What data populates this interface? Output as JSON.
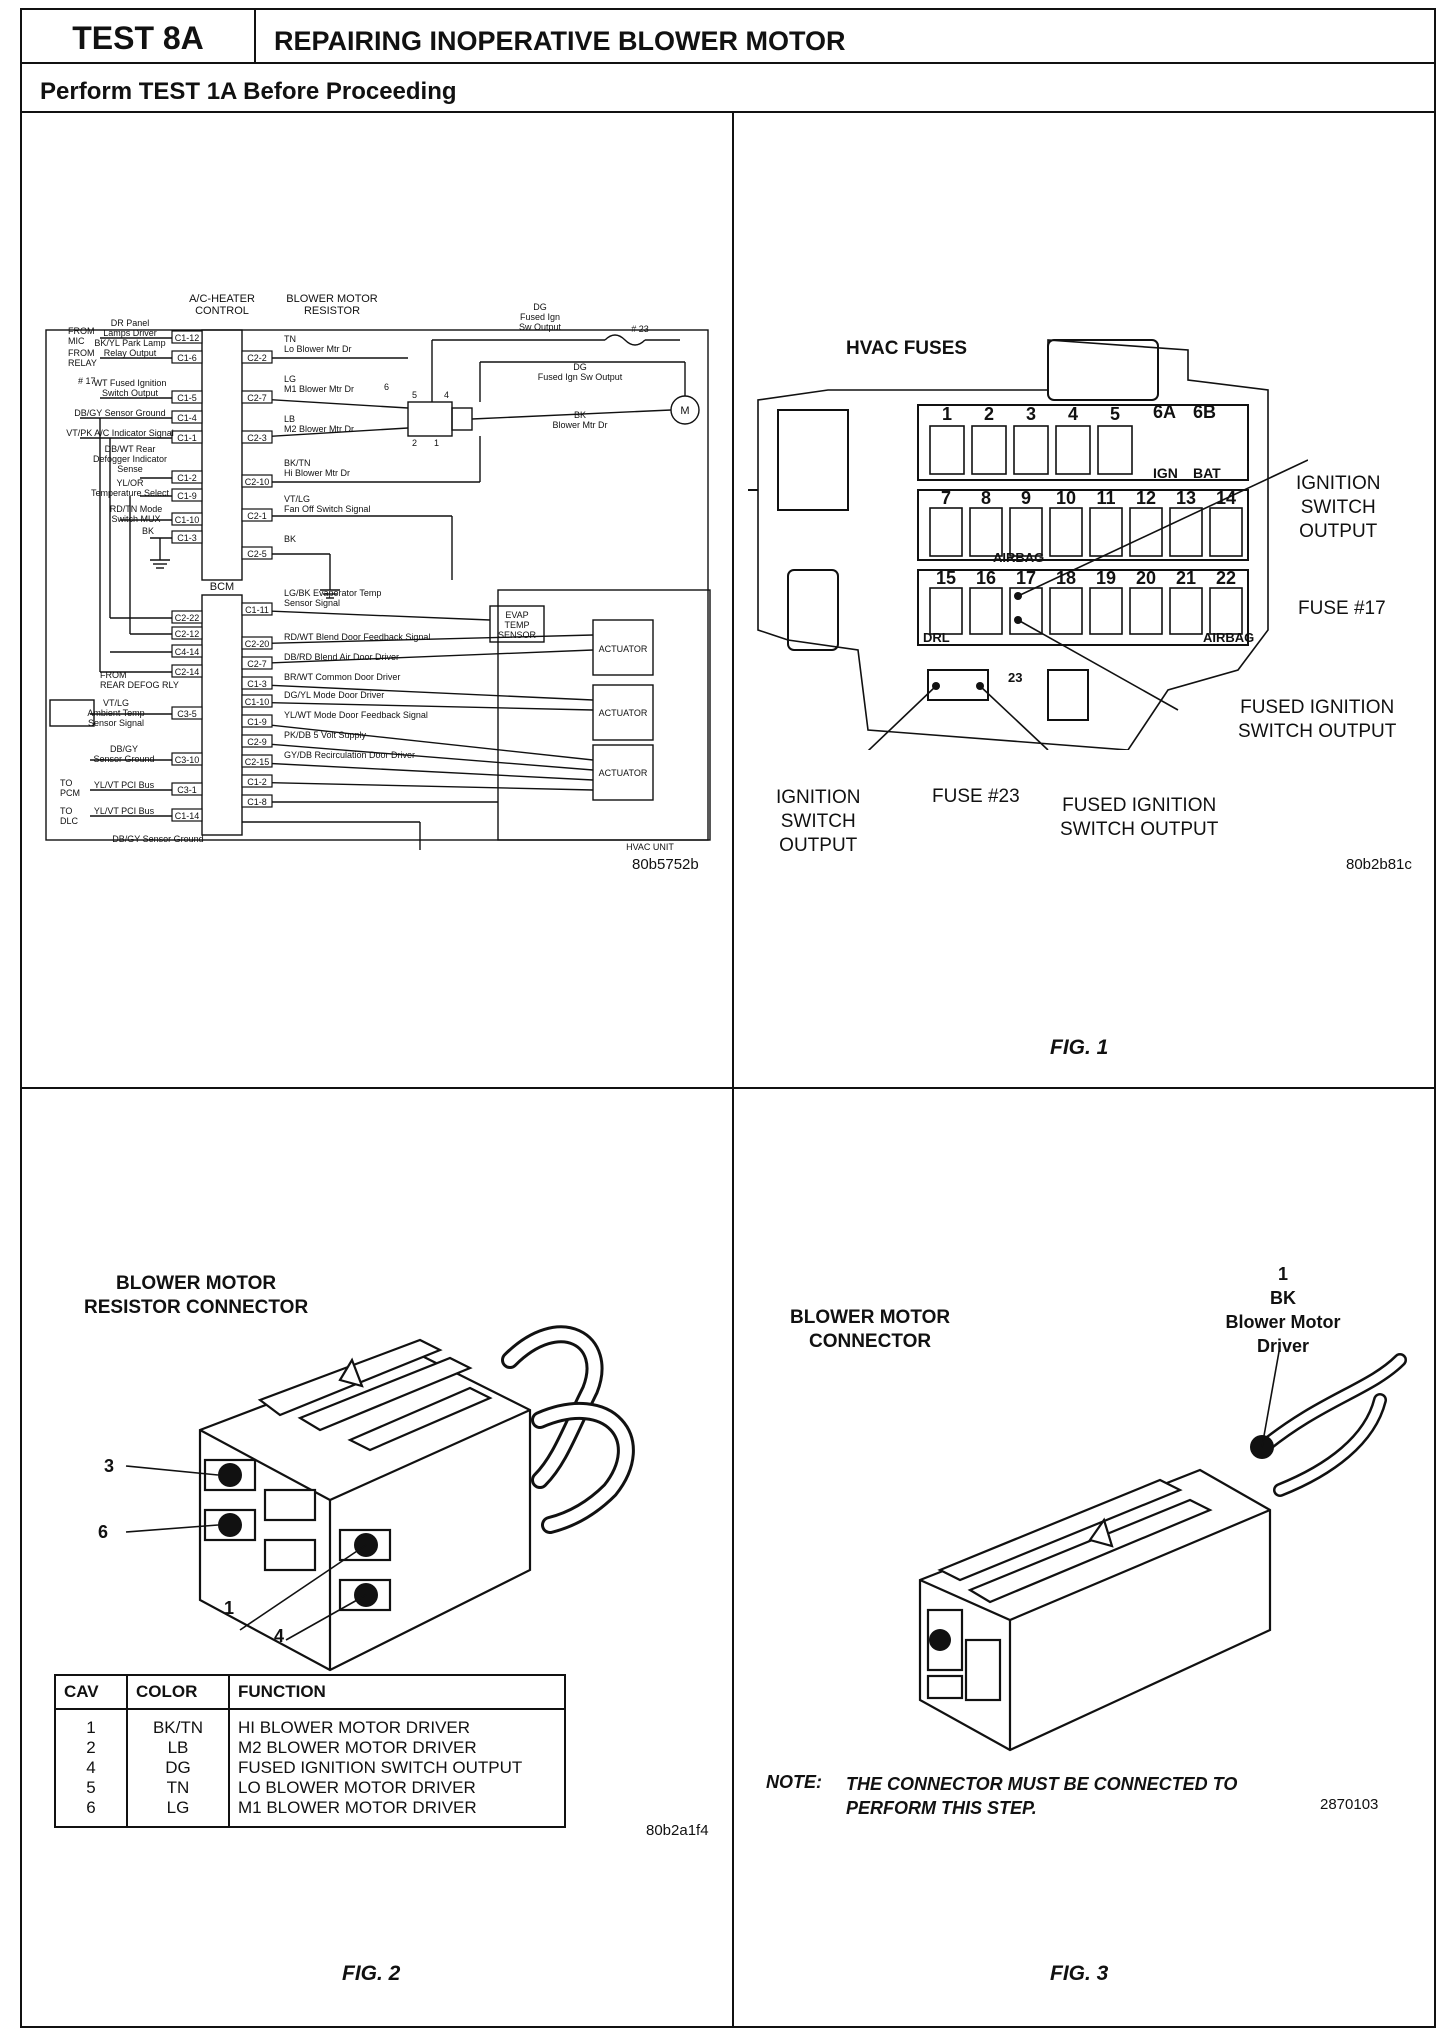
{
  "header": {
    "test_id": "TEST 8A",
    "title": "REPAIRING INOPERATIVE BLOWER MOTOR",
    "subtitle": "Perform TEST 1A Before Proceeding"
  },
  "schematic": {
    "code": "80b5752b",
    "modules": {
      "ac_heater_control": [
        "A/C-HEATER",
        "CONTROL"
      ],
      "blower_motor_resistor": [
        "BLOWER MOTOR",
        "RESISTOR"
      ],
      "bcm": "BCM",
      "hvac_unit": "HVAC UNIT",
      "evap_temp_sensor": [
        "EVAP",
        "TEMP",
        "SENSOR"
      ],
      "actuator": "ACTUATOR"
    },
    "left_notes": [
      "FROM",
      "MIC",
      "FROM",
      "RELAY",
      "# 17",
      "FROM",
      "REAR DEFOG RLY",
      "TO",
      "PCM",
      "TO",
      "DLC"
    ],
    "left_pins": [
      "C1-12",
      "C1-6",
      "C1-5",
      "C1-4",
      "C1-1",
      "C1-2",
      "C1-9",
      "C1-10",
      "C1-3",
      "C2-22",
      "C2-12",
      "C4-14",
      "C2-14",
      "C3-5",
      "C3-10",
      "C3-1",
      "C1-14"
    ],
    "left_labels": [
      [
        "DR Panel",
        "Lamps Driver"
      ],
      [
        "BK/YL Park Lamp",
        "Relay Output"
      ],
      [
        "WT Fused Ignition",
        "Switch Output"
      ],
      [
        "DB/GY Sensor Ground"
      ],
      [
        "VT/PK A/C Indicator Signal"
      ],
      [
        "DB/WT Rear",
        "Defogger Indicator",
        "Sense"
      ],
      [
        "YL/OR",
        "Temperature Select"
      ],
      [
        "RD/TN Mode",
        "Switch MUX"
      ],
      [
        "BK"
      ],
      [
        "VT/LG",
        "Ambient Temp",
        "Sensor Signal"
      ],
      [
        "DB/GY",
        "Sensor Ground"
      ],
      [
        "YL/VT PCI Bus"
      ],
      [
        "YL/VT PCI Bus"
      ],
      [
        "DB/GY Sensor Ground"
      ]
    ],
    "right_pins": [
      "C2-2",
      "C2-7",
      "C2-3",
      "C2-10",
      "C2-1",
      "C2-5",
      "C1-11",
      "C2-20",
      "C2-7",
      "C1-3",
      "C1-10",
      "C1-9",
      "C2-9",
      "C2-15",
      "C1-2",
      "C1-8"
    ],
    "right_labels": [
      [
        "TN",
        "Lo Blower Mtr Dr"
      ],
      [
        "LG",
        "M1 Blower Mtr Dr"
      ],
      [
        "LB",
        "M2 Blower Mtr Dr"
      ],
      [
        "BK/TN",
        "Hi Blower Mtr Dr"
      ],
      [
        "VT/LG",
        "Fan Off Switch Signal"
      ],
      [
        "BK"
      ],
      [
        "LG/BK Evaporator Temp",
        "Sensor Signal"
      ],
      [
        "RD/WT Blend Door Feedback Signal"
      ],
      [
        "DB/RD Blend Air Door Driver"
      ],
      [
        "BR/WT Common Door Driver"
      ],
      [
        "DG/YL Mode Door Driver"
      ],
      [
        "YL/WT Mode Door Feedback Signal"
      ],
      [
        "PK/DB 5 Volt Supply"
      ],
      [
        "GY/DB Recirculation Door Driver"
      ]
    ],
    "top_labels": {
      "dg1": [
        "DG",
        "Fused Ign",
        "Sw Output"
      ],
      "fuse": "# 23",
      "dg2": [
        "DG",
        "Fused Ign Sw Output"
      ],
      "bk": [
        "BK",
        "Blower Mtr Dr"
      ]
    },
    "resistor_pins": [
      "5",
      "6",
      "4",
      "2",
      "1"
    ]
  },
  "fig1": {
    "title": "HVAC FUSES",
    "caption": "FIG. 1",
    "code": "80b2b81c",
    "fuse_numbers_row1": [
      "1",
      "2",
      "3",
      "4",
      "5"
    ],
    "fuse_numbers_row1b": [
      "6A",
      "6B"
    ],
    "ign_bat": [
      "IGN",
      "BAT"
    ],
    "fuse_numbers_row2": [
      "7",
      "8",
      "9",
      "10",
      "11",
      "12",
      "13",
      "14"
    ],
    "airbag1": "AIRBAG",
    "fuse_numbers_row3": [
      "15",
      "16",
      "17",
      "18",
      "19",
      "20",
      "21",
      "22"
    ],
    "airbag2": "AIRBAG",
    "drl": "DRL",
    "fuse23_num": "23",
    "callouts": {
      "ign_right": [
        "IGNITION",
        "SWITCH",
        "OUTPUT"
      ],
      "fuse17": "FUSE #17",
      "fused_right": [
        "FUSED IGNITION",
        "SWITCH OUTPUT"
      ],
      "ign_bottom": [
        "IGNITION",
        "SWITCH",
        "OUTPUT"
      ],
      "fuse23": "FUSE #23",
      "fused_bottom": [
        "FUSED IGNITION",
        "SWITCH OUTPUT"
      ]
    }
  },
  "fig2": {
    "title": [
      "BLOWER MOTOR",
      "RESISTOR CONNECTOR"
    ],
    "caption": "FIG. 2",
    "code": "80b2a1f4",
    "pin_callouts": [
      "3",
      "6",
      "1",
      "4"
    ],
    "table": {
      "headers": [
        "CAV",
        "COLOR",
        "FUNCTION"
      ],
      "rows": [
        [
          "1",
          "BK/TN",
          "HI BLOWER MOTOR DRIVER"
        ],
        [
          "2",
          "LB",
          "M2 BLOWER MOTOR DRIVER"
        ],
        [
          "4",
          "DG",
          "FUSED IGNITION SWITCH OUTPUT"
        ],
        [
          "5",
          "TN",
          "LO BLOWER MOTOR DRIVER"
        ],
        [
          "6",
          "LG",
          "M1 BLOWER MOTOR DRIVER"
        ]
      ]
    }
  },
  "fig3": {
    "title": [
      "BLOWER MOTOR",
      "CONNECTOR"
    ],
    "caption": "FIG. 3",
    "code": "2870103",
    "callout": [
      "1",
      "BK",
      "Blower Motor",
      "Driver"
    ],
    "note_label": "NOTE:",
    "note_lines": [
      "THE CONNECTOR MUST BE CONNECTED TO",
      "PERFORM THIS STEP."
    ]
  }
}
